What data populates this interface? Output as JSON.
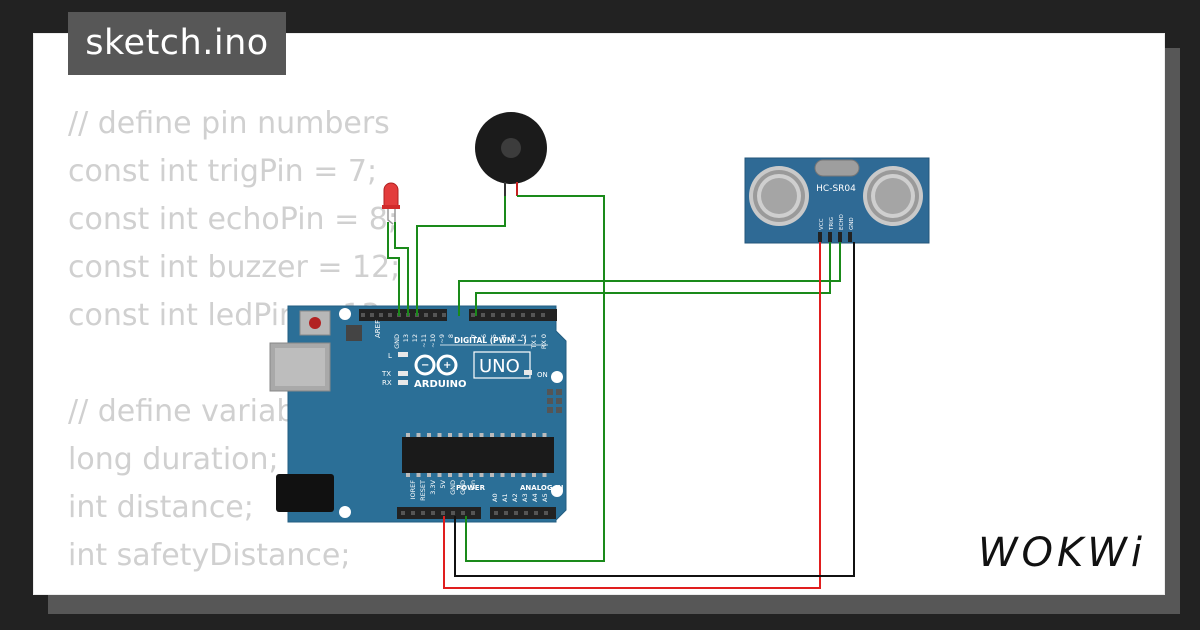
{
  "tab": {
    "filename": "sketch.ino"
  },
  "code_lines": [
    "// define pin numbers",
    "const int trigPin = 7;",
    "const int echoPin = 8;",
    "const int buzzer = 12;",
    "const int ledPin = 13;",
    "",
    "// define variables",
    "long duration;",
    "int distance;",
    "int safetyDistance;"
  ],
  "arduino": {
    "brand": "ARDUINO",
    "model": "UNO",
    "digital_label": "DIGITAL (PWM ~)",
    "power_label": "POWER",
    "analog_label": "ANALOG IN",
    "on_label": "ON",
    "l_label": "L",
    "tx_label": "TX",
    "rx_label": "RX",
    "aref": "AREF",
    "digital_pins": [
      "GND",
      "13",
      "12",
      "~11",
      "~10",
      "~9",
      "8",
      "7",
      "~6",
      "~5",
      "4",
      "~3",
      "2",
      "TX 1",
      "RX 0"
    ],
    "power_pins": [
      "IOREF",
      "RESET",
      "3.3V",
      "5V",
      "GND",
      "GND",
      "Vin"
    ],
    "analog_pins": [
      "A0",
      "A1",
      "A2",
      "A3",
      "A4",
      "A5"
    ]
  },
  "sensor": {
    "label": "HC-SR04",
    "pins": [
      "VCC",
      "TRIG",
      "ECHO",
      "GND"
    ]
  },
  "logo": {
    "text": "WOKWi"
  },
  "colors": {
    "board": "#2b6f97",
    "wire_green": "#1a8a1a",
    "wire_red": "#e01e1e",
    "wire_black": "#111111",
    "led": "#e33c3c"
  }
}
